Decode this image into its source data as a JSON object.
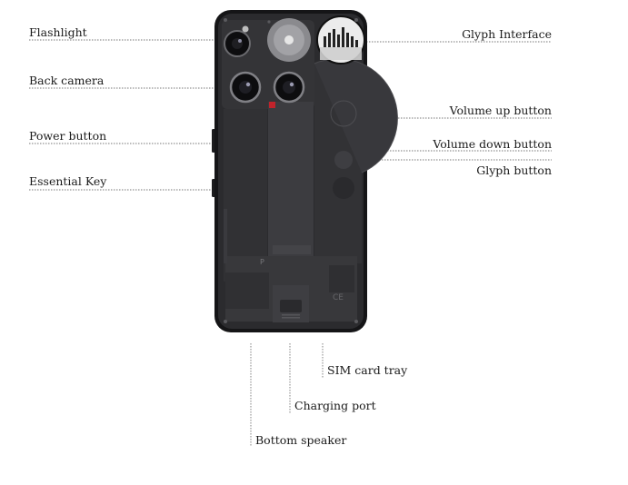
{
  "labels": {
    "flashlight": "Flashlight",
    "back_camera": "Back camera",
    "power_button": "Power button",
    "essential_key": "Essential Key",
    "glyph_interface": "Glyph Interface",
    "volume_up": "Volume up button",
    "volume_down": "Volume down button",
    "glyph_button": "Glyph button",
    "sim_tray": "SIM card tray",
    "charging_port": "Charging port",
    "bottom_speaker": "Bottom speaker"
  },
  "colors": {
    "body": "#2b2b2e",
    "frame": "#151517",
    "panel": "#3c3c40",
    "panel_dark": "#323235",
    "leader": "#777777",
    "accent_red": "#c0232b"
  }
}
